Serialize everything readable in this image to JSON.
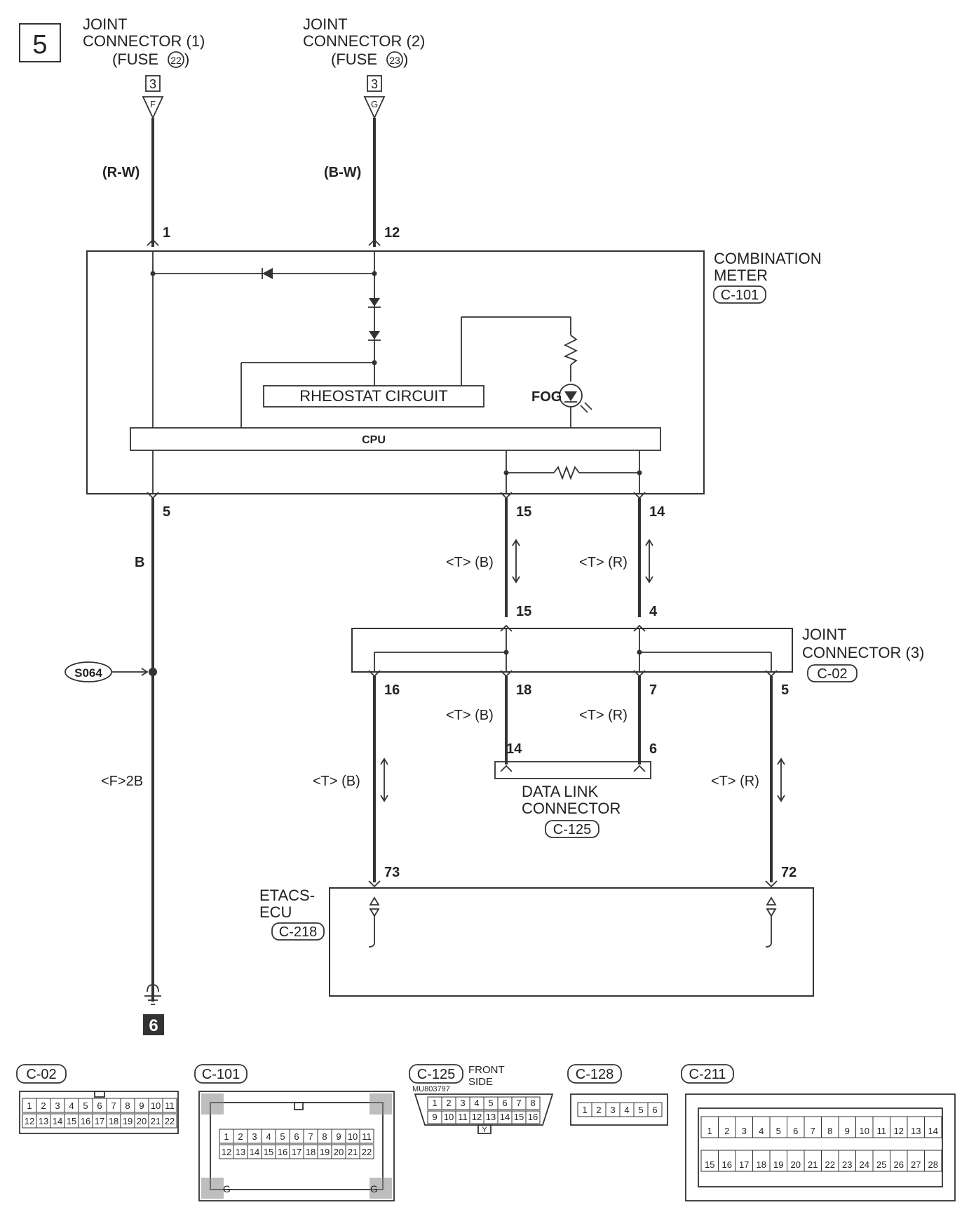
{
  "page_number": "5",
  "top_sources": [
    {
      "title_line1": "JOINT",
      "title_line2": "CONNECTOR (1)",
      "fuse": "(FUSE",
      "fuse_no": "22",
      "fuse_close": ")",
      "pin_box": "3",
      "letter": "F",
      "wire": "(R-W)",
      "pin": "1"
    },
    {
      "title_line1": "JOINT",
      "title_line2": "CONNECTOR (2)",
      "fuse": "(FUSE",
      "fuse_no": "23",
      "fuse_close": ")",
      "pin_box": "3",
      "letter": "G",
      "wire": "(B-W)",
      "pin": "12"
    }
  ],
  "combination_meter": {
    "line1": "COMBINATION",
    "line2": "METER",
    "code": "C-101"
  },
  "internal": {
    "rheostat": "RHEOSTAT CIRCUIT",
    "cpu": "CPU",
    "fog": "FOG"
  },
  "meter_out": {
    "pin5": "5",
    "pin15": "15",
    "pin14": "14",
    "wire_b": "B",
    "wire_tb": "<T> (B)",
    "wire_tr": "<T> (R)"
  },
  "joint3": {
    "line1": "JOINT",
    "line2": "CONNECTOR (3)",
    "code": "C-02",
    "in15": "15",
    "in4": "4",
    "out16": "16",
    "out18": "18",
    "out7": "7",
    "out5": "5"
  },
  "splice": {
    "label": "S064",
    "wire": "<F>2B"
  },
  "dlc": {
    "line1": "DATA LINK",
    "line2": "CONNECTOR",
    "code": "C-125",
    "pin14": "14",
    "pin6": "6",
    "wire_tb": "<T> (B)",
    "wire_tr": "<T> (R)"
  },
  "etacs": {
    "line1": "ETACS-",
    "line2": "ECU",
    "code": "C-218",
    "pin73": "73",
    "pin72": "72",
    "wire_tb": "<T> (B)",
    "wire_tr": "<T> (R)"
  },
  "ground": {
    "label": "6"
  },
  "connector_views": {
    "c02": {
      "code": "C-02",
      "row1": [
        "1",
        "2",
        "3",
        "4",
        "5",
        "6",
        "7",
        "8",
        "9",
        "10",
        "11"
      ],
      "row2": [
        "12",
        "13",
        "14",
        "15",
        "16",
        "17",
        "18",
        "19",
        "20",
        "21",
        "22"
      ]
    },
    "c101": {
      "code": "C-101",
      "row1": [
        "1",
        "2",
        "3",
        "4",
        "5",
        "6",
        "7",
        "8",
        "9",
        "10",
        "11"
      ],
      "row2": [
        "12",
        "13",
        "14",
        "15",
        "16",
        "17",
        "18",
        "19",
        "20",
        "21",
        "22"
      ],
      "tag": "G"
    },
    "c125": {
      "code": "C-125",
      "side": "FRONT",
      "side2": "SIDE",
      "part": "MU803797",
      "row1": [
        "1",
        "2",
        "3",
        "4",
        "5",
        "6",
        "7",
        "8"
      ],
      "row2": [
        "9",
        "10",
        "11",
        "12",
        "13",
        "14",
        "15",
        "16"
      ],
      "tag": "Y"
    },
    "c128": {
      "code": "C-128",
      "row1": [
        "1",
        "2",
        "3",
        "4",
        "5",
        "6"
      ]
    },
    "c211": {
      "code": "C-211",
      "row1": [
        "1",
        "2",
        "3",
        "4",
        "5",
        "6",
        "7",
        "8",
        "9",
        "10",
        "11",
        "12",
        "13",
        "14"
      ],
      "row2": [
        "15",
        "16",
        "17",
        "18",
        "19",
        "20",
        "21",
        "22",
        "23",
        "24",
        "25",
        "26",
        "27",
        "28"
      ]
    }
  }
}
